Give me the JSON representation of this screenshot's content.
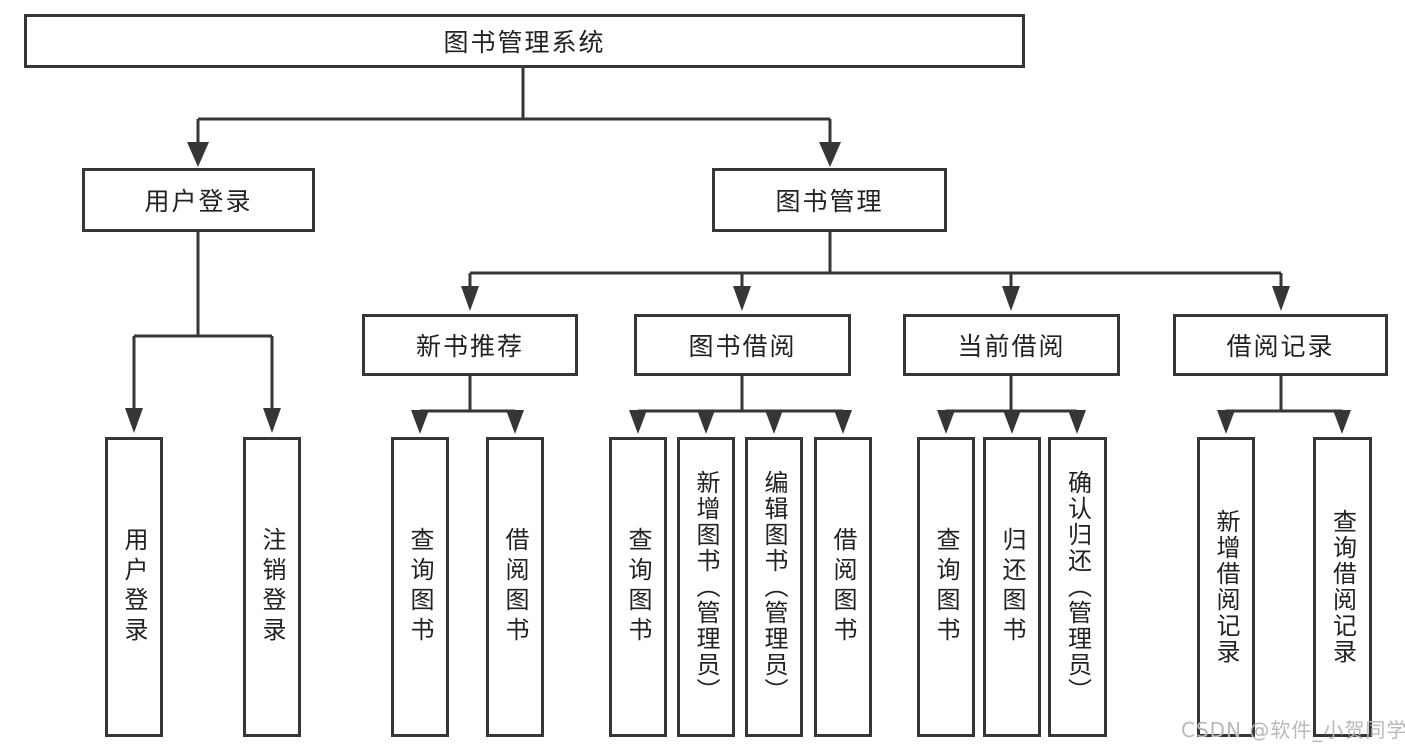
{
  "nodes": {
    "root": "图书管理系统",
    "user_login": "用户登录",
    "book_management": "图书管理",
    "new_book_recommend": "新书推荐",
    "book_borrowing": "图书借阅",
    "current_borrowing": "当前借阅",
    "borrowing_records": "借阅记录",
    "leaf_user_login": "用户登录",
    "leaf_logout": "注销登录",
    "leaf_recommend_query_books": "查询图书",
    "leaf_recommend_borrow_books": "借阅图书",
    "leaf_borrow_query_books": "查询图书",
    "leaf_borrow_add_books": "新增图书（管理员）",
    "leaf_borrow_edit_books": "编辑图书（管理员）",
    "leaf_borrow_borrow_books": "借阅图书",
    "leaf_current_query_books": "查询图书",
    "leaf_current_return_books": "归还图书",
    "leaf_current_confirm_return": "确认归还（管理员）",
    "leaf_records_add_record": "新增借阅记录",
    "leaf_records_query_record": "查询借阅记录"
  },
  "hierarchy": {
    "图书管理系统": {
      "用户登录": [
        "用户登录",
        "注销登录"
      ],
      "图书管理": {
        "新书推荐": [
          "查询图书",
          "借阅图书"
        ],
        "图书借阅": [
          "查询图书",
          "新增图书（管理员）",
          "编辑图书（管理员）",
          "借阅图书"
        ],
        "当前借阅": [
          "查询图书",
          "归还图书",
          "确认归还（管理员）"
        ],
        "借阅记录": [
          "新增借阅记录",
          "查询借阅记录"
        ]
      }
    }
  },
  "watermark": "CSDN @软件_小贺同学",
  "colors": {
    "line": "#363636",
    "text": "#222222",
    "watermark": "#b9b9b9",
    "background": "#ffffff"
  }
}
